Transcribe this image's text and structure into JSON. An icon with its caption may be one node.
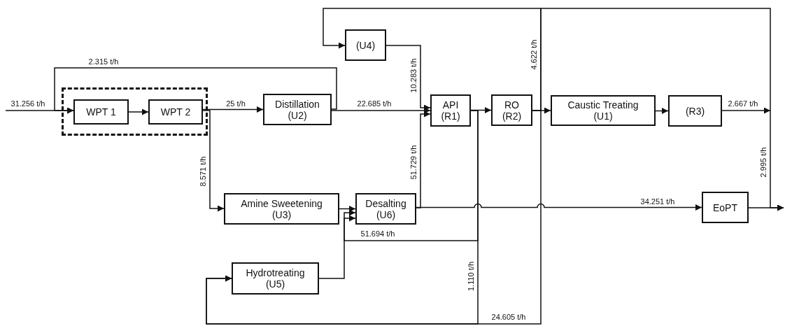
{
  "diagram": {
    "nodes": [
      {
        "text": [],
        "shape": "box"
      },
      {
        "text": [
          "WPT 1"
        ],
        "in": 0
      },
      {
        "text": [
          "WPT 2"
        ],
        "in": 0
      },
      {
        "text": [
          "Distillation",
          "(U2)"
        ]
      },
      {
        "text": [
          "(U4)"
        ]
      },
      {
        "text": [
          "Amine Sweetening",
          "(U3)"
        ]
      },
      {
        "text": [
          "Desalting",
          "(U6)"
        ]
      },
      {
        "text": [
          "Hydrotreating",
          "(U5)"
        ]
      },
      {
        "text": [
          "API",
          "(R1)"
        ]
      },
      {
        "text": [
          "RO",
          "(R2)"
        ]
      },
      {
        "text": [
          "Caustic Treating",
          "(U1)"
        ]
      },
      {
        "text": [
          "(R3)"
        ]
      },
      {
        "text": [
          "EoPT"
        ]
      }
    ],
    "edges": [
      {
        "from": null,
        "to": 1,
        "arrow": "to",
        "label": "31.256 t/h"
      },
      {
        "from": 1,
        "to": 2,
        "arrow": "to"
      },
      {
        "from": 2,
        "to": 3,
        "arrow": "to",
        "label": "25 t/h"
      },
      {
        "from": 2,
        "to": 5,
        "arrow": "to",
        "label": "8.571 t/h"
      },
      {
        "from": 3,
        "to": 1,
        "arrow": "to",
        "label": "2.315 t/h"
      },
      {
        "from": 3,
        "to": 8,
        "arrow": "to",
        "label": "22.685 t/h"
      },
      {
        "from": 4,
        "to": 8,
        "arrow": "to",
        "label": "10.283 t/h"
      },
      {
        "from": 5,
        "to": 6,
        "arrow": "to"
      },
      {
        "from": 6,
        "to": 8,
        "arrow": "to",
        "label": "51.729 t/h"
      },
      {
        "from": 6,
        "to": 12,
        "arrow": "to",
        "label": "34.251 t/h"
      },
      {
        "from": 7,
        "to": 6,
        "arrow": "to"
      },
      {
        "from": 8,
        "to": 9,
        "arrow": "to"
      },
      {
        "from": 8,
        "to": 6,
        "arrow": "to",
        "label": "51.694 t/h"
      },
      {
        "from": 8,
        "to": 7,
        "arrow": "to",
        "label": "1.110 t/h"
      },
      {
        "from": 9,
        "to": 10,
        "arrow": "to"
      },
      {
        "from": 9,
        "to": 4,
        "arrow": "to",
        "label": "4.622 t/h"
      },
      {
        "from": 9,
        "to": 7,
        "arrow": "to",
        "label": "24.605 t/h"
      },
      {
        "from": 10,
        "to": 11,
        "arrow": "to"
      },
      {
        "from": 11,
        "to": null,
        "arrow": "to",
        "label": "2.667 t/h"
      },
      {
        "from": 12,
        "to": null,
        "arrow": "to"
      },
      {
        "from": 9,
        "to": null,
        "arrow": "to",
        "label": "2.995 t/h"
      }
    ]
  }
}
